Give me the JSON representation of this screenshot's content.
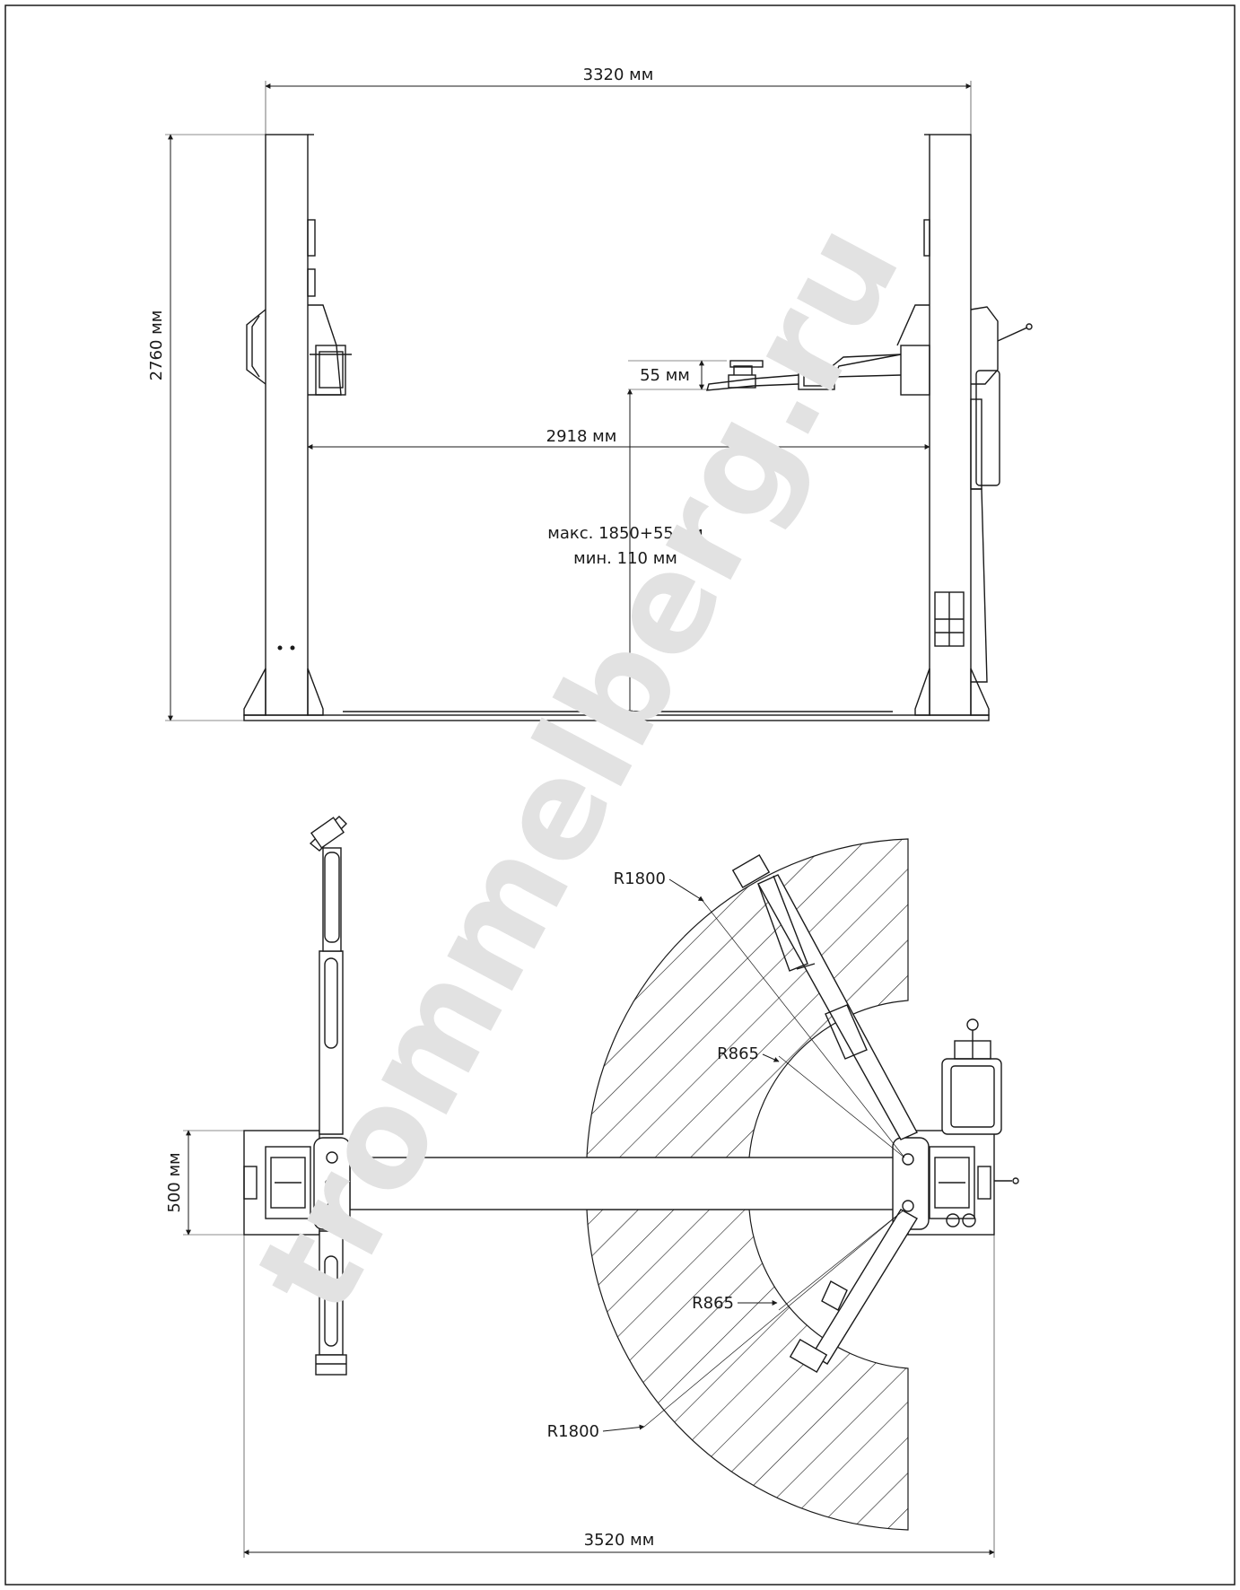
{
  "watermark": "trommelberg.ru",
  "colors": {
    "line": "#1a1a1a",
    "watermark": "#e2e2e2",
    "background": "#ffffff"
  },
  "front_view": {
    "overall_width": "3320 мм",
    "overall_height": "2760 мм",
    "inner_width": "2918 мм",
    "pad_height": "55 мм",
    "lift_max": "макс. 1850+55 мм",
    "lift_min": "мин. 110 мм"
  },
  "top_view": {
    "base_depth": "500 мм",
    "overall_width": "3520 мм",
    "r_outer_top": "R1800",
    "r_inner_top": "R865",
    "r_inner_bottom": "R865",
    "r_outer_bottom": "R1800"
  }
}
